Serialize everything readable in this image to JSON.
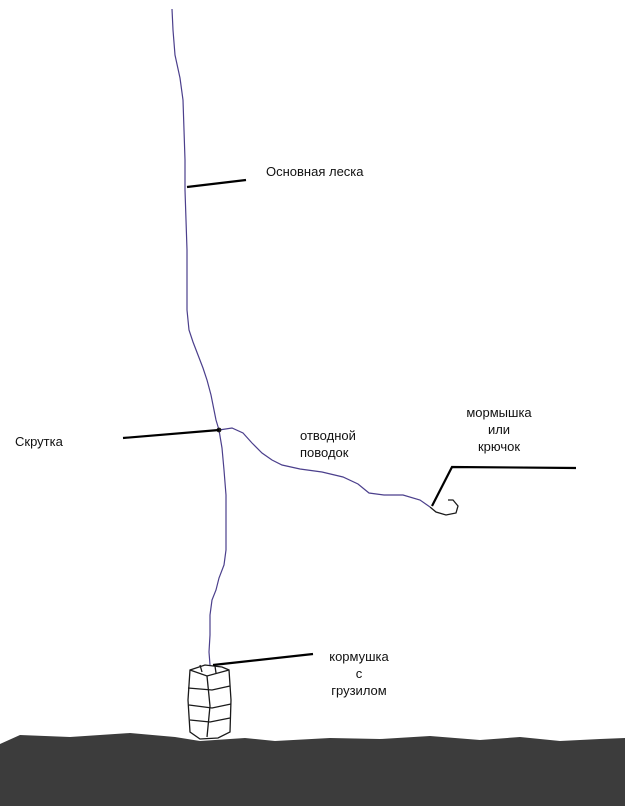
{
  "labels": {
    "main_line": "Основная леска",
    "twist": "Скрутка",
    "leader": [
      "отводной",
      "поводок"
    ],
    "jig_or_hook": [
      "мормышка",
      "или",
      "крючок"
    ],
    "feeder": [
      "кормушка",
      "с",
      "грузилом"
    ]
  },
  "colors": {
    "fishing_line": "#4b3f8c",
    "pointer": "#000000",
    "bottom": "#3c3c3c",
    "text": "#111111"
  }
}
